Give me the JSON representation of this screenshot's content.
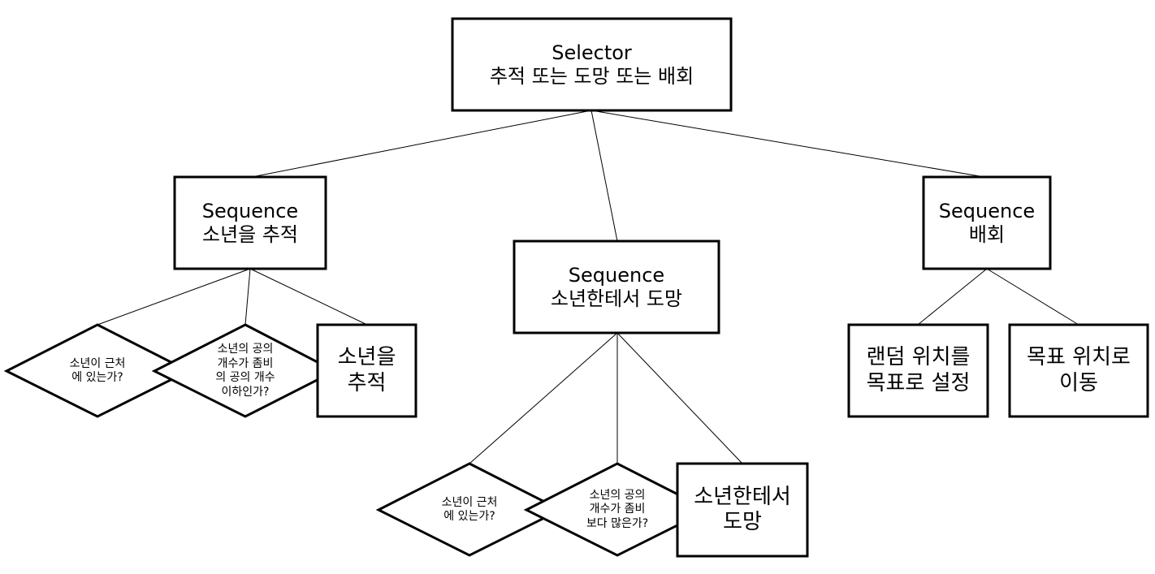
{
  "nodes": {
    "root": {
      "line1": "Selector",
      "line2": "추적 또는 도망 또는 배회"
    },
    "seq_chase": {
      "line1": "Sequence",
      "line2": "소년을 추적"
    },
    "seq_flee": {
      "line1": "Sequence",
      "line2": "소년한테서 도망"
    },
    "seq_wander": {
      "line1": "Sequence",
      "line2": "배회"
    },
    "cond_chase_near": {
      "line1": "소년이 근처",
      "line2": "에 있는가?"
    },
    "cond_chase_balls": {
      "line1": "소년의 공의",
      "line2": "개수가 좀비",
      "line3": "의 공의 개수",
      "line4": "이하인가?"
    },
    "act_chase": {
      "line1": "소년을",
      "line2": "추적"
    },
    "cond_flee_near": {
      "line1": "소년이 근처",
      "line2": "에 있는가?"
    },
    "cond_flee_balls": {
      "line1": "소년의 공의",
      "line2": "개수가 좀비",
      "line3": "보다 많은가?"
    },
    "act_flee": {
      "line1": "소년한테서",
      "line2": "도망"
    },
    "act_set_target": {
      "line1": "랜덤 위치를",
      "line2": "목표로 설정"
    },
    "act_move": {
      "line1": "목표 위치로",
      "line2": "이동"
    }
  }
}
